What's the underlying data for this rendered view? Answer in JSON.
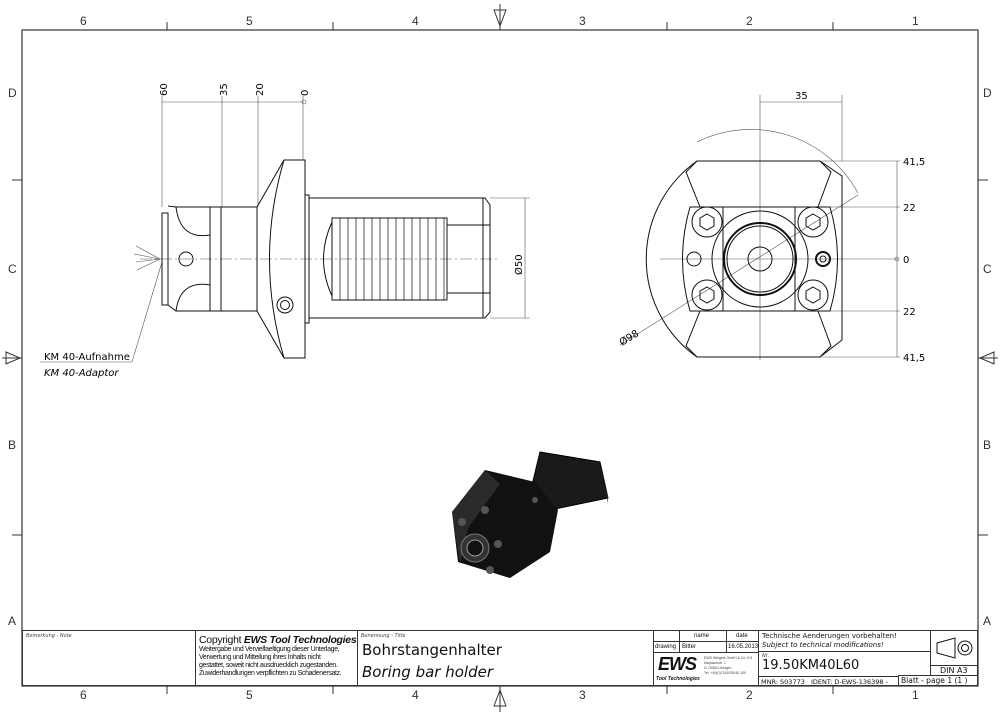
{
  "grid": {
    "columns": [
      "6",
      "5",
      "4",
      "3",
      "2",
      "1"
    ],
    "rows": [
      "D",
      "C",
      "B",
      "A"
    ]
  },
  "side_view": {
    "dims_top": [
      "60",
      "35",
      "20",
      "0"
    ],
    "diameter": "Ø50",
    "callout_de": "KM 40-Aufnahme",
    "callout_en": "KM 40-Adaptor"
  },
  "front_view": {
    "dim_width": "35",
    "dims_right": [
      "41,5",
      "22",
      "0",
      "22",
      "41,5"
    ],
    "diameter": "Ø98"
  },
  "title_block": {
    "note_label": "Bemerkung - Note",
    "copyright_title_prefix": "Copyright ",
    "copyright_brand": "EWS Tool Technologies",
    "copyright_lines": [
      "Weitergabe und Vervielfaeltigung dieser Unterlage,",
      "Verwertung und Mitteilung ihres Inhalts nicht",
      "gestattet, soweit nicht ausdruecklich zugestanden.",
      "Zuwiderhandlungen verpflichten zu Schadenersatz."
    ],
    "title_label": "Benennung - Title",
    "title_de": "Bohrstangenhalter",
    "title_en": "Boring bar holder",
    "header_name": "name",
    "header_date": "date",
    "row_label": "drawing",
    "drawn_by": "Bitter",
    "drawn_date": "16.05.2013",
    "logo_text": "EWS",
    "logo_sub": "Tool Technologies",
    "company_lines": [
      "EWS Weigele GmbH & Co. KG",
      "Maybachstr. 1",
      "D-73066 Uhingen",
      "Tel. +49(0)7161/93040-100"
    ],
    "notice_de": "Technische Aenderungen vorbehalten!",
    "notice_en": "Subject to technical modifications!",
    "nr_label": "Nr.",
    "part_number": "19.50KM40L60",
    "mnr": "MNR: S03773",
    "ident": "IDENT: D-EWS-136398 -",
    "sheet_label": "Blatt - page",
    "sheet_value": "1 (1 )",
    "format": "DIN A3"
  }
}
